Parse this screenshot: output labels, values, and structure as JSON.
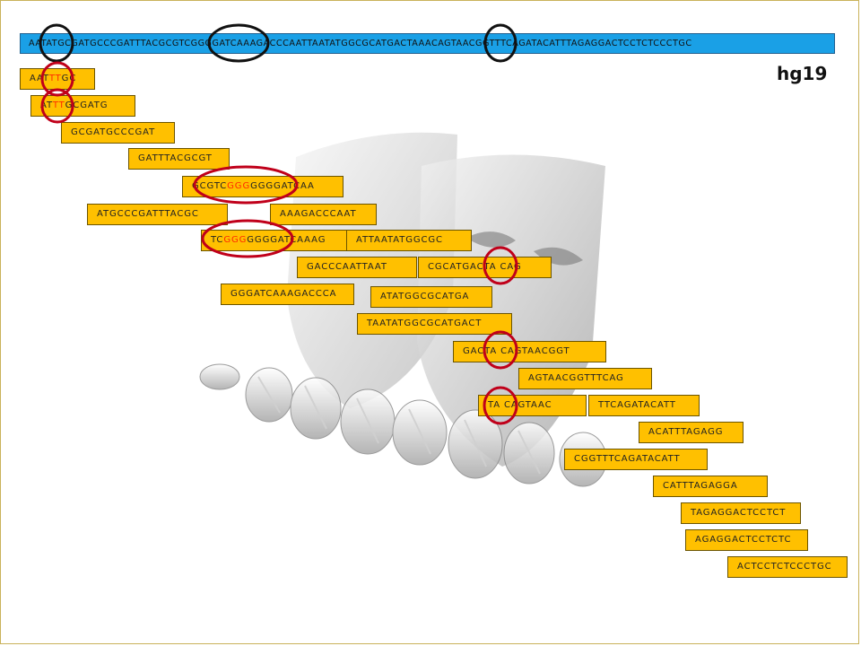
{
  "reference": {
    "sequence": "AATATGCGATGCCCGATTTACGCGTCGGGGATCAAAGACCCAATTAATATGGCGCATGACTAAACAGTAACGGTTTCAGATACATTTAGAGGACTCCTCTCCCTGC"
  },
  "genome_label": "hg19",
  "reads": [
    {
      "seq": "AATTTGC",
      "highlight_start": 3,
      "highlight_len": 2
    },
    {
      "seq": "ATTTGCGATG",
      "highlight_start": 2,
      "highlight_len": 2
    },
    {
      "seq": "GCGATGCCCGAT"
    },
    {
      "seq": "GATTTACGCGT"
    },
    {
      "seq": "GCGTCGGGGGGGATCAA",
      "highlight_start": 5,
      "highlight_len": 3
    },
    {
      "seq": "ATGCCCGATTTACGC"
    },
    {
      "seq": "AAAGACCCAAT"
    },
    {
      "seq": "TCGGGGGGGATCAAAG",
      "highlight_start": 2,
      "highlight_len": 3
    },
    {
      "seq": "ATTAATATGGCGC"
    },
    {
      "seq": "GACCCAATTAAT"
    },
    {
      "seq": "CGCATGACTA CAG"
    },
    {
      "seq": "GGGATCAAAGACCCA"
    },
    {
      "seq": "ATATGGCGCATGA"
    },
    {
      "seq": "TAATATGGCGCATGACT"
    },
    {
      "seq": "GACTA CAGTAACGGT"
    },
    {
      "seq": "AGTAACGGTTTCAG"
    },
    {
      "seq": "TA CAGTAAC"
    },
    {
      "seq": "TTCAGATACATT"
    },
    {
      "seq": "ACATTTAGAGG"
    },
    {
      "seq": "CGGTTTCAGATACATT"
    },
    {
      "seq": "CATTTAGAGGA"
    },
    {
      "seq": "TAGAGGACTCCTCT"
    },
    {
      "seq": "AGAGGACTCCTCTC"
    },
    {
      "seq": "ACTCCTCTCCCTGC"
    }
  ],
  "colors": {
    "reference_fill": "#1aa0e6",
    "read_fill": "#ffc000",
    "mismatch_text": "#ff2a00",
    "reference_circle": "#111111",
    "read_circle": "#c0001a"
  }
}
